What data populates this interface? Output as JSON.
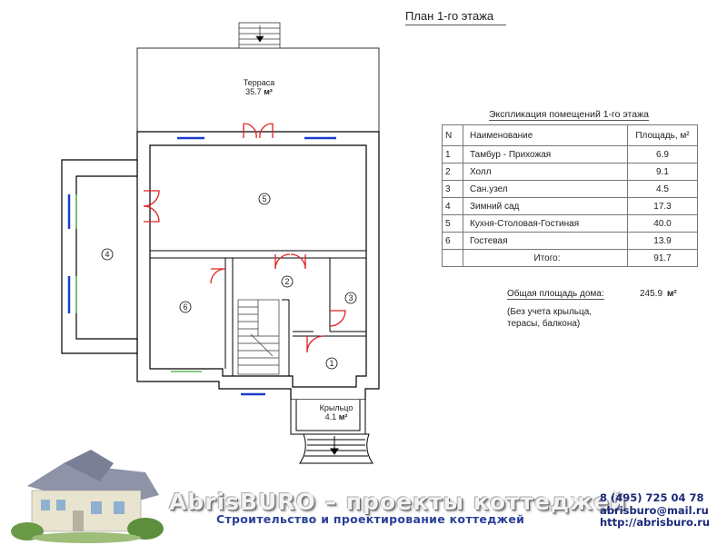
{
  "title": "План 1-го этажа",
  "rooms": {
    "terrace_name": "Терраса",
    "terrace_area": "35.7",
    "porch_name": "Крыльцо",
    "porch_area": "4.1",
    "unit": "м²",
    "num1": "1",
    "num2": "2",
    "num3": "3",
    "num4": "4",
    "num5": "5",
    "num6": "6"
  },
  "explication": {
    "title": "Экспликация помещений 1-го этажа",
    "col_n": "N",
    "col_name": "Наименование",
    "col_area": "Площадь, м²",
    "rows": [
      {
        "n": "1",
        "name": "Тамбур - Прихожая",
        "area": "6.9"
      },
      {
        "n": "2",
        "name": "Холл",
        "area": "9.1"
      },
      {
        "n": "3",
        "name": "Сан.узел",
        "area": "4.5"
      },
      {
        "n": "4",
        "name": "Зимний сад",
        "area": "17.3"
      },
      {
        "n": "5",
        "name": "Кухня-Столовая-Гостиная",
        "area": "40.0"
      },
      {
        "n": "6",
        "name": "Гостевая",
        "area": "13.9"
      }
    ],
    "total_label": "Итого:",
    "total_value": "91.7"
  },
  "house_total": {
    "label": "Общая площадь дома:",
    "value": "245.9",
    "unit": "м²",
    "note": "(Без учета крыльца, терасы, балкона)"
  },
  "branding": {
    "brand": "AbrisBURO – проекты коттеджей",
    "slogan": "Строительство и проектирование коттеджей",
    "phone": "8 (495) 725 04 78",
    "email": "abrisburo@mail.ru",
    "site": "http://abrisburo.ru"
  },
  "colors": {
    "wall": "#000000",
    "window": "#1a3ccc",
    "door": "#e02020"
  }
}
